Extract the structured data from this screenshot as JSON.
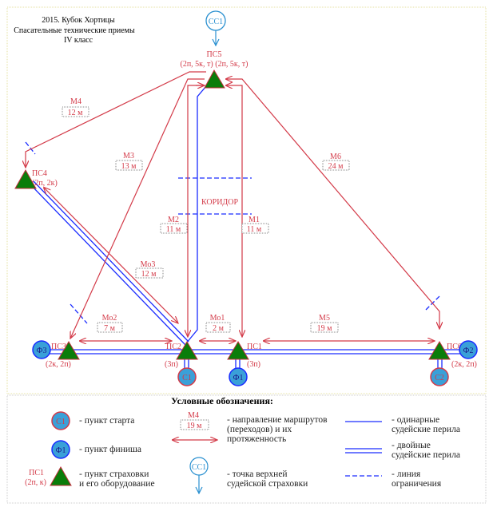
{
  "title": {
    "line1": "2015. Кубок Хортицы",
    "line2": "Спасательные технические приемы",
    "line3": "IV класс"
  },
  "colors": {
    "route": "#d33a48",
    "rail": "#1a2cff",
    "point": "#0a7d0a",
    "circle": "#3aa0d8"
  },
  "belay_top": {
    "label": "СС1",
    "icon": "belay-point-arrow-icon"
  },
  "points": {
    "ps5": {
      "name": "ПС5",
      "equip": "(2п, 5к, т) (2п, 5к, т)"
    },
    "ps4": {
      "name": "ПС4",
      "equip": "(2п, 2к)"
    },
    "ps3": {
      "name": "ПС3",
      "equip": "(2к, 2п)"
    },
    "ps2": {
      "name": "ПС2",
      "equip": "(3п)"
    },
    "ps1": {
      "name": "ПС1",
      "equip": "(3п)"
    },
    "ps6": {
      "name": "ПС6",
      "equip": "(2к, 2п)"
    }
  },
  "starts": {
    "c1": "С1",
    "c2": "С2"
  },
  "finishes": {
    "f1": "Ф1",
    "f2": "Ф2",
    "f3": "Ф3"
  },
  "corridor": "КОРИДОР",
  "routes": {
    "m4": {
      "name": "М4",
      "len": "12 м"
    },
    "m3": {
      "name": "М3",
      "len": "13 м"
    },
    "m6": {
      "name": "М6",
      "len": "24 м"
    },
    "m2": {
      "name": "М2",
      "len": "11 м"
    },
    "m1": {
      "name": "М1",
      "len": "11 м"
    },
    "mo3": {
      "name": "Мо3",
      "len": "12 м"
    },
    "mo2": {
      "name": "Мо2",
      "len": "7 м"
    },
    "mo1": {
      "name": "Мо1",
      "len": "2 м"
    },
    "m5": {
      "name": "М5",
      "len": "19 м"
    }
  },
  "legend": {
    "title": "Условные обозначения:",
    "start": {
      "sample": "С1",
      "text": "- пункт старта"
    },
    "finish": {
      "sample": "Ф1",
      "text": "- пункт финиша"
    },
    "point": {
      "sample_name": "ПС1",
      "sample_equip": "(2п, к)",
      "text1": "- пункт страховки",
      "text2": "и его оборудование"
    },
    "route": {
      "sample_name": "М4",
      "sample_len": "19 м",
      "text1": "- направление маршрутов",
      "text2": "(переходов) и их",
      "text3": "протяженность"
    },
    "belay": {
      "sample": "СС1",
      "text1": "- точка верхней",
      "text2": "судейской страховки"
    },
    "single": {
      "text1": "- одинарные",
      "text2": "судейские перила"
    },
    "double": {
      "text1": "- двойные",
      "text2": "судейские перила"
    },
    "limit": {
      "text1": "- линия",
      "text2": "ограничения"
    }
  }
}
